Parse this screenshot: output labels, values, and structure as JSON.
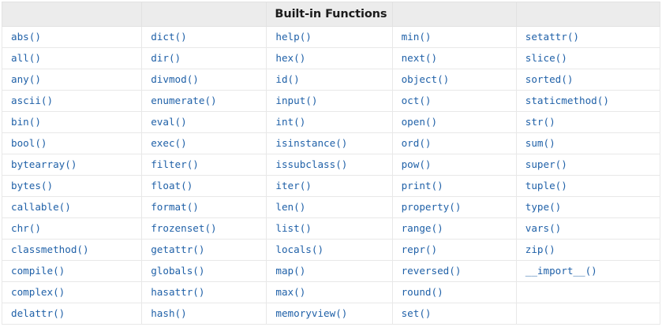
{
  "table": {
    "title": "Built-in Functions",
    "title_column_index": 2,
    "header_cells": [
      "",
      "",
      "Built-in Functions",
      "",
      ""
    ],
    "columns": 5,
    "rows": [
      [
        "abs()",
        "dict()",
        "help()",
        "min()",
        "setattr()"
      ],
      [
        "all()",
        "dir()",
        "hex()",
        "next()",
        "slice()"
      ],
      [
        "any()",
        "divmod()",
        "id()",
        "object()",
        "sorted()"
      ],
      [
        "ascii()",
        "enumerate()",
        "input()",
        "oct()",
        "staticmethod()"
      ],
      [
        "bin()",
        "eval()",
        "int()",
        "open()",
        "str()"
      ],
      [
        "bool()",
        "exec()",
        "isinstance()",
        "ord()",
        "sum()"
      ],
      [
        "bytearray()",
        "filter()",
        "issubclass()",
        "pow()",
        "super()"
      ],
      [
        "bytes()",
        "float()",
        "iter()",
        "print()",
        "tuple()"
      ],
      [
        "callable()",
        "format()",
        "len()",
        "property()",
        "type()"
      ],
      [
        "chr()",
        "frozenset()",
        "list()",
        "range()",
        "vars()"
      ],
      [
        "classmethod()",
        "getattr()",
        "locals()",
        "repr()",
        "zip()"
      ],
      [
        "compile()",
        "globals()",
        "map()",
        "reversed()",
        "__import__()"
      ],
      [
        "complex()",
        "hasattr()",
        "max()",
        "round()",
        ""
      ],
      [
        "delattr()",
        "hash()",
        "memoryview()",
        "set()",
        ""
      ]
    ]
  },
  "colors": {
    "link": "#2061a8",
    "header_background": "#ececec",
    "header_text": "#1b1b1b",
    "border": "#e8e8e8",
    "page_background": "#ffffff"
  }
}
